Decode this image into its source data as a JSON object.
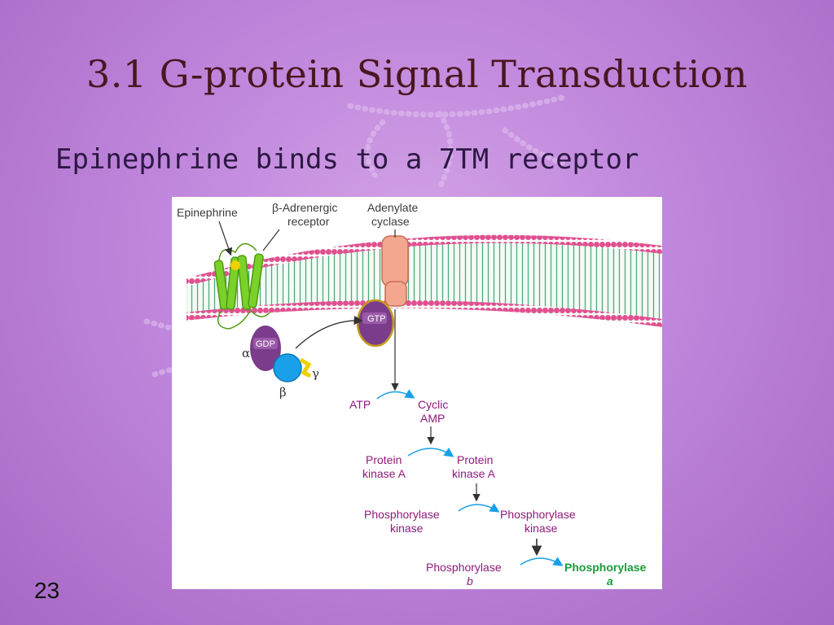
{
  "slide": {
    "title": "3.1 G-protein Signal Transduction",
    "subtitle": "Epinephrine binds to a 7TM receptor",
    "page_number": "23"
  },
  "diagram": {
    "labels": {
      "epinephrine": "Epinephrine",
      "receptor_line1": "β-Adrenergic",
      "receptor_line2": "receptor",
      "cyclase_line1": "Adenylate",
      "cyclase_line2": "cyclase",
      "gtp": "GTP",
      "gdp": "GDP",
      "alpha": "α",
      "beta": "β",
      "gamma": "γ"
    },
    "cascade": {
      "atp": "ATP",
      "camp_line1": "Cyclic",
      "camp_line2": "AMP",
      "pka_in_line1": "Protein",
      "pka_in_line2": "kinase A",
      "pka_out_line1": "Protein",
      "pka_out_line2": "kinase A",
      "phk_in_line1": "Phosphorylase",
      "phk_in_line2": "kinase",
      "phk_out_line1": "Phosphorylase",
      "phk_out_line2": "kinase",
      "ph_b_line1": "Phosphorylase",
      "ph_b_line2": "b",
      "ph_a_line1": "Phosphorylase",
      "ph_a_line2": "a"
    },
    "colors": {
      "membrane_head": "#e0508f",
      "lipid_tail": "#3fa06a",
      "receptor": "#7ad12a",
      "cyclase": "#f4a78f",
      "g_alpha": "#7b3c8b",
      "g_beta": "#1aa0e8",
      "g_gamma": "#f0d000",
      "cascade_arrow": "#1aa0e8",
      "product_green": "#1b9a3a",
      "label_purple": "#8e1a7a"
    }
  }
}
